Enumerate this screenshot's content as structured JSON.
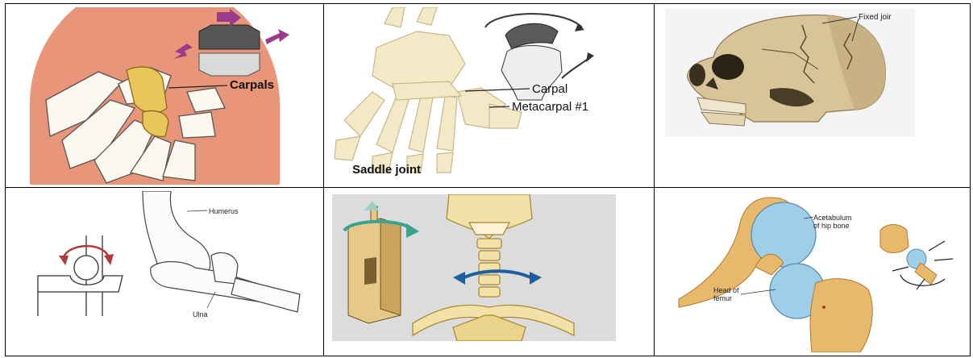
{
  "cells": {
    "carpals": {
      "label": "Carpals"
    },
    "saddle": {
      "label_carpal": "Carpal",
      "label_metacarpal": "Metacarpal #1",
      "title": "Saddle joint"
    },
    "skull": {
      "label": "Fixed joir"
    },
    "elbow": {
      "label_humerus": "Humerus",
      "label_ulna": "Ulna"
    },
    "hip": {
      "label_acetabulum_1": "Acetabulum",
      "label_acetabulum_2": "of hip bone",
      "label_head_1": "Head of",
      "label_head_2": "femur"
    }
  },
  "colors": {
    "bone_light": "#f3e9c6",
    "bone_tan": "#e8b86d",
    "cartilage_blue": "#9fcfe8",
    "salmon": "#e9957a",
    "arrow_purple": "#9a3b8c",
    "arrow_blue": "#1f5fa0",
    "arrow_teal": "#3aa38f"
  }
}
